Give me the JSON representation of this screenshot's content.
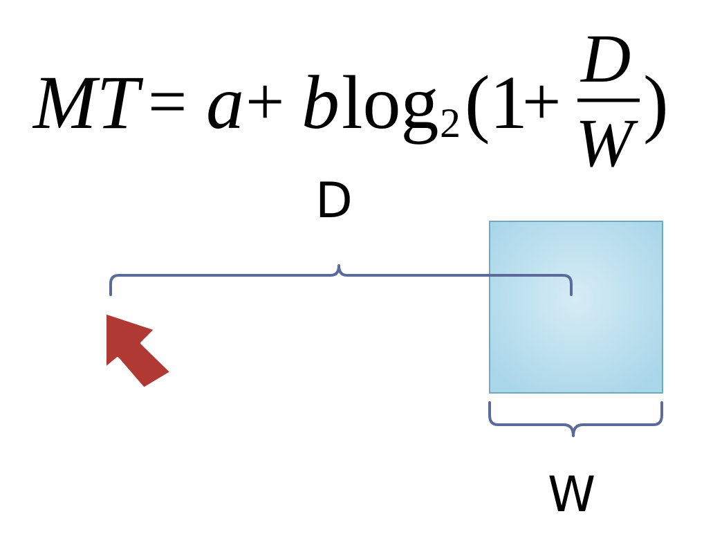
{
  "formula": {
    "mt": "MT",
    "equals": "=",
    "a": "a",
    "plus1": "+",
    "b": "b",
    "log": "log",
    "base": "2",
    "open_paren": "(",
    "one": "1",
    "plus2": "+",
    "numerator": "D",
    "denominator": "W",
    "close_paren": ")"
  },
  "labels": {
    "distance": "D",
    "width": "W"
  },
  "colors": {
    "brace": "#5a6b9a",
    "target_fill_center": "#d6ecf5",
    "target_fill_edge": "#a9d6e9",
    "target_border": "#6fa8bf",
    "cursor_fill": "#b03a33",
    "cursor_border": "#ffffff"
  },
  "icons": {
    "cursor": "mouse-pointer-arrow-icon",
    "target": "target-square"
  }
}
